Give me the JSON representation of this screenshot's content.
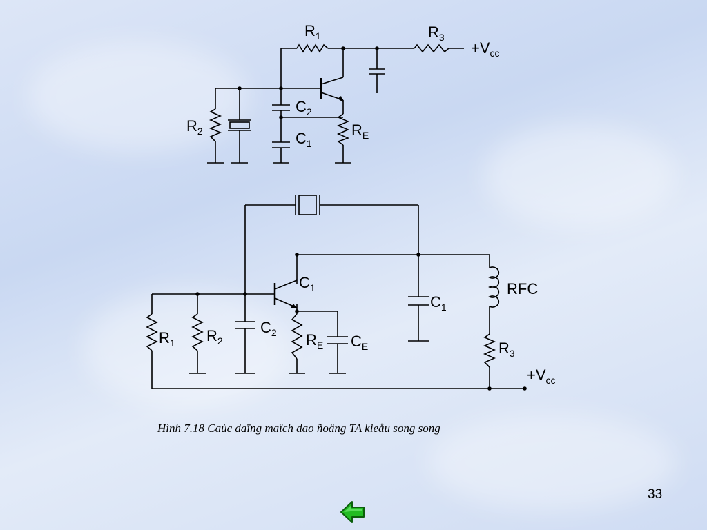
{
  "diagram_top": {
    "labels": {
      "r1": {
        "main": "R",
        "sub": "1"
      },
      "r3": {
        "main": "R",
        "sub": "3"
      },
      "vcc": {
        "main": "+V",
        "sub": "cc"
      },
      "r2": {
        "main": "R",
        "sub": "2"
      },
      "c2": {
        "main": "C",
        "sub": "2"
      },
      "c1": {
        "main": "C",
        "sub": "1"
      },
      "re": {
        "main": "R",
        "sub": "E"
      }
    }
  },
  "diagram_bottom": {
    "labels": {
      "c1_base": {
        "main": "C",
        "sub": "1"
      },
      "c1_shunt": {
        "main": "C",
        "sub": "1"
      },
      "rfc": {
        "main": "RFC"
      },
      "r1": {
        "main": "R",
        "sub": "1"
      },
      "r2": {
        "main": "R",
        "sub": "2"
      },
      "c2": {
        "main": "C",
        "sub": "2"
      },
      "re": {
        "main": "R",
        "sub": "E"
      },
      "ce": {
        "main": "C",
        "sub": "E"
      },
      "r3": {
        "main": "R",
        "sub": "3"
      },
      "vcc": {
        "main": "+V",
        "sub": "cc"
      }
    }
  },
  "caption": "Hình 7.18 Caùc daïng maïch dao ñoäng TA kieåu song song",
  "page_number": "33",
  "nav": {
    "back_icon": "left-arrow-icon",
    "color": "#22bb22"
  }
}
